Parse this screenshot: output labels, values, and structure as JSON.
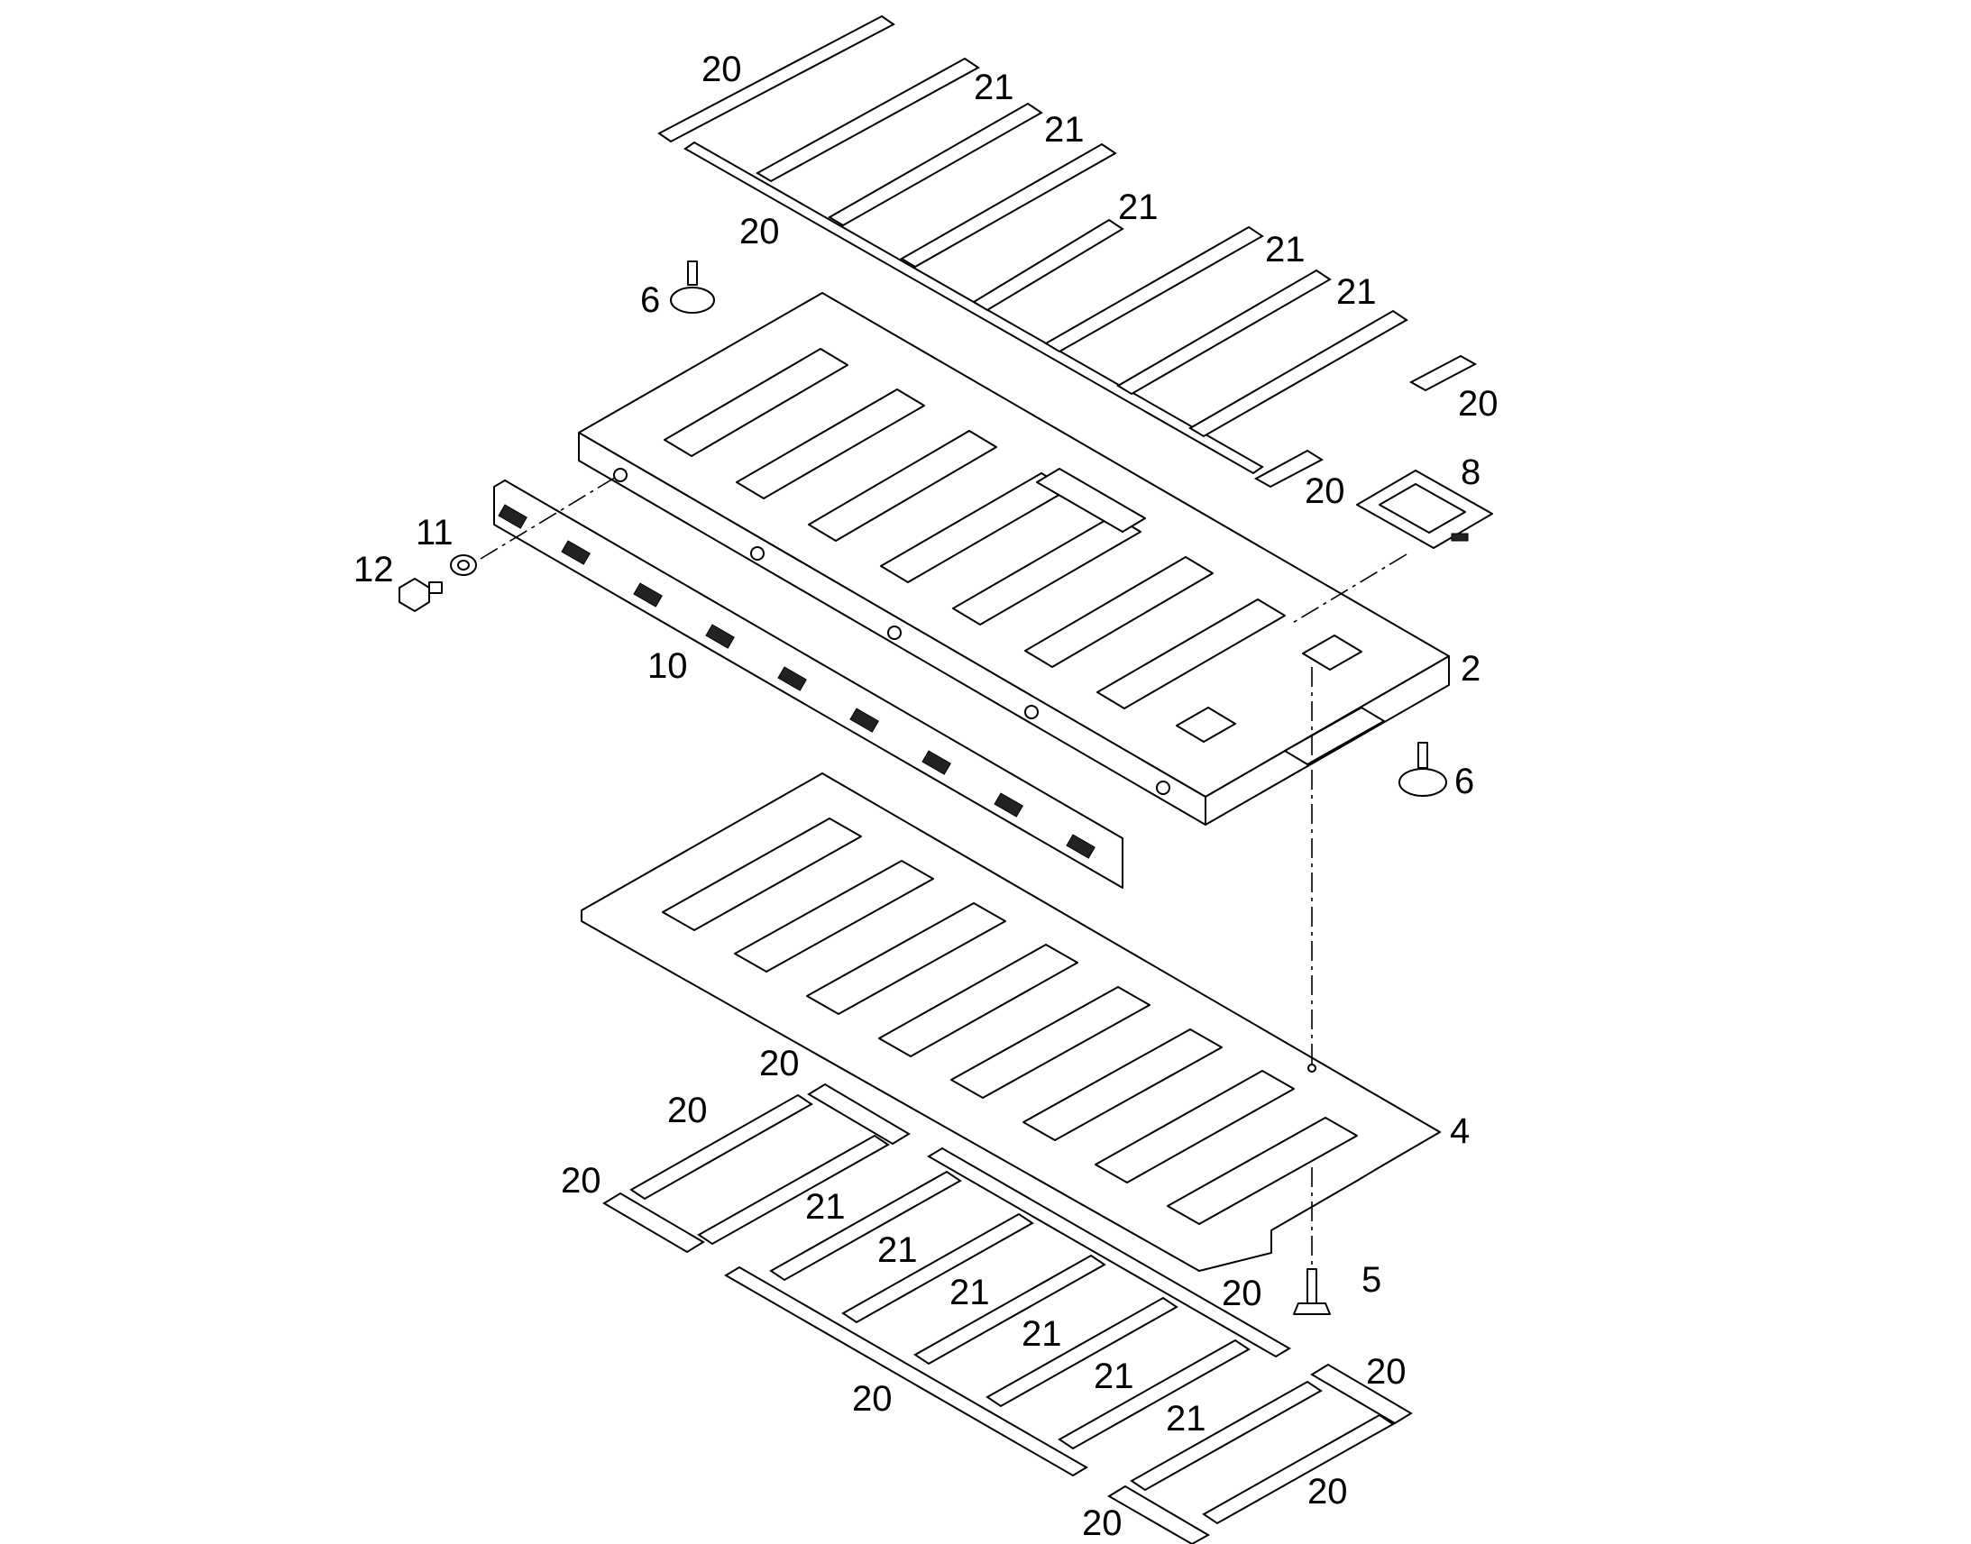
{
  "figure": {
    "callouts": [
      "20",
      "21",
      "21",
      "21",
      "21",
      "21",
      "20",
      "20",
      "20",
      "8",
      "2",
      "6",
      "6",
      "12",
      "11",
      "10",
      "4",
      "20",
      "20",
      "20",
      "21",
      "21",
      "21",
      "21",
      "21",
      "21",
      "20",
      "20",
      "20",
      "5",
      "20",
      "20"
    ]
  },
  "colors": {
    "line": "#000000",
    "background": "#ffffff"
  },
  "parts": [
    {
      "label": "2",
      "name": "upper-tray"
    },
    {
      "label": "4",
      "name": "lower-plate"
    },
    {
      "label": "5",
      "name": "screw"
    },
    {
      "label": "6",
      "name": "foot"
    },
    {
      "label": "8",
      "name": "latch"
    },
    {
      "label": "10",
      "name": "hinge-bracket"
    },
    {
      "label": "11",
      "name": "washer"
    },
    {
      "label": "12",
      "name": "bolt"
    },
    {
      "label": "20",
      "name": "strip"
    },
    {
      "label": "21",
      "name": "strip"
    }
  ]
}
